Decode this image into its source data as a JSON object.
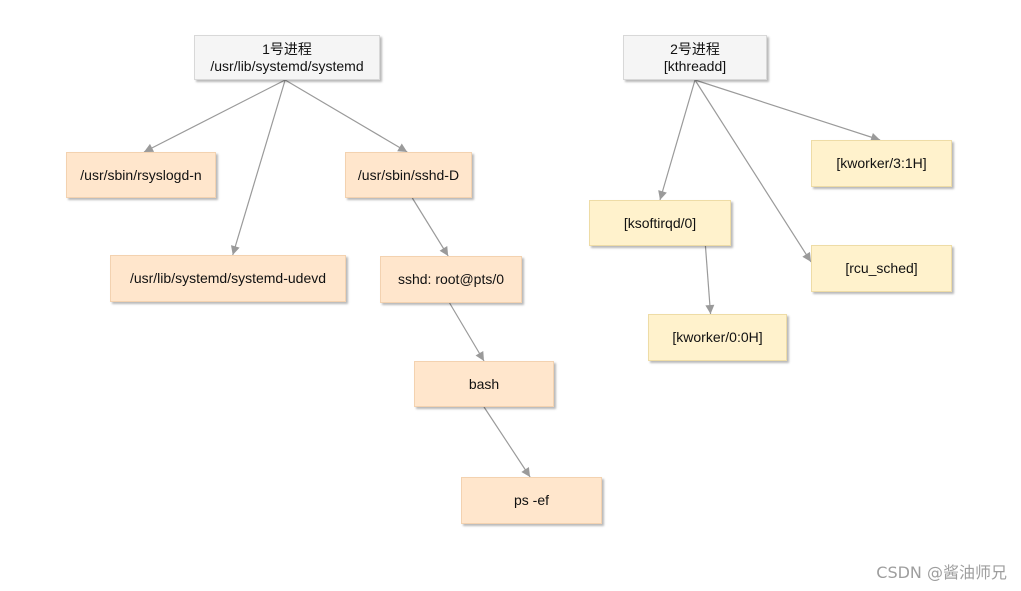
{
  "diagram": {
    "nodes": {
      "p1_title": "1号进程",
      "p1_cmd": "/usr/lib/systemd/systemd",
      "rsyslogd": "/usr/sbin/rsyslogd-n",
      "udevd": "/usr/lib/systemd/systemd-udevd",
      "sshd": "/usr/sbin/sshd-D",
      "sshd_pts": "sshd: root@pts/0",
      "bash": "bash",
      "ps": "ps -ef",
      "p2_title": "2号进程",
      "p2_cmd": "[kthreadd]",
      "ksoftirqd": "[ksoftirqd/0]",
      "kworker_00": "[kworker/0:0H]",
      "kworker_31": "[kworker/3:1H]",
      "rcu_sched": "[rcu_sched]"
    },
    "edges": [
      [
        "p1",
        "rsyslogd"
      ],
      [
        "p1",
        "udevd"
      ],
      [
        "p1",
        "sshd"
      ],
      [
        "sshd",
        "sshd_pts"
      ],
      [
        "sshd_pts",
        "bash"
      ],
      [
        "bash",
        "ps"
      ],
      [
        "p2",
        "ksoftirqd"
      ],
      [
        "p2",
        "kworker_00"
      ],
      [
        "p2",
        "rcu_sched"
      ],
      [
        "p2",
        "kworker_31"
      ]
    ],
    "colors": {
      "root_fill": "#f5f5f5",
      "user_process_fill": "#ffe6cc",
      "kernel_thread_fill": "#fff2cc",
      "edge": "#9a9a9a"
    }
  },
  "watermark": "CSDN @酱油师兄"
}
